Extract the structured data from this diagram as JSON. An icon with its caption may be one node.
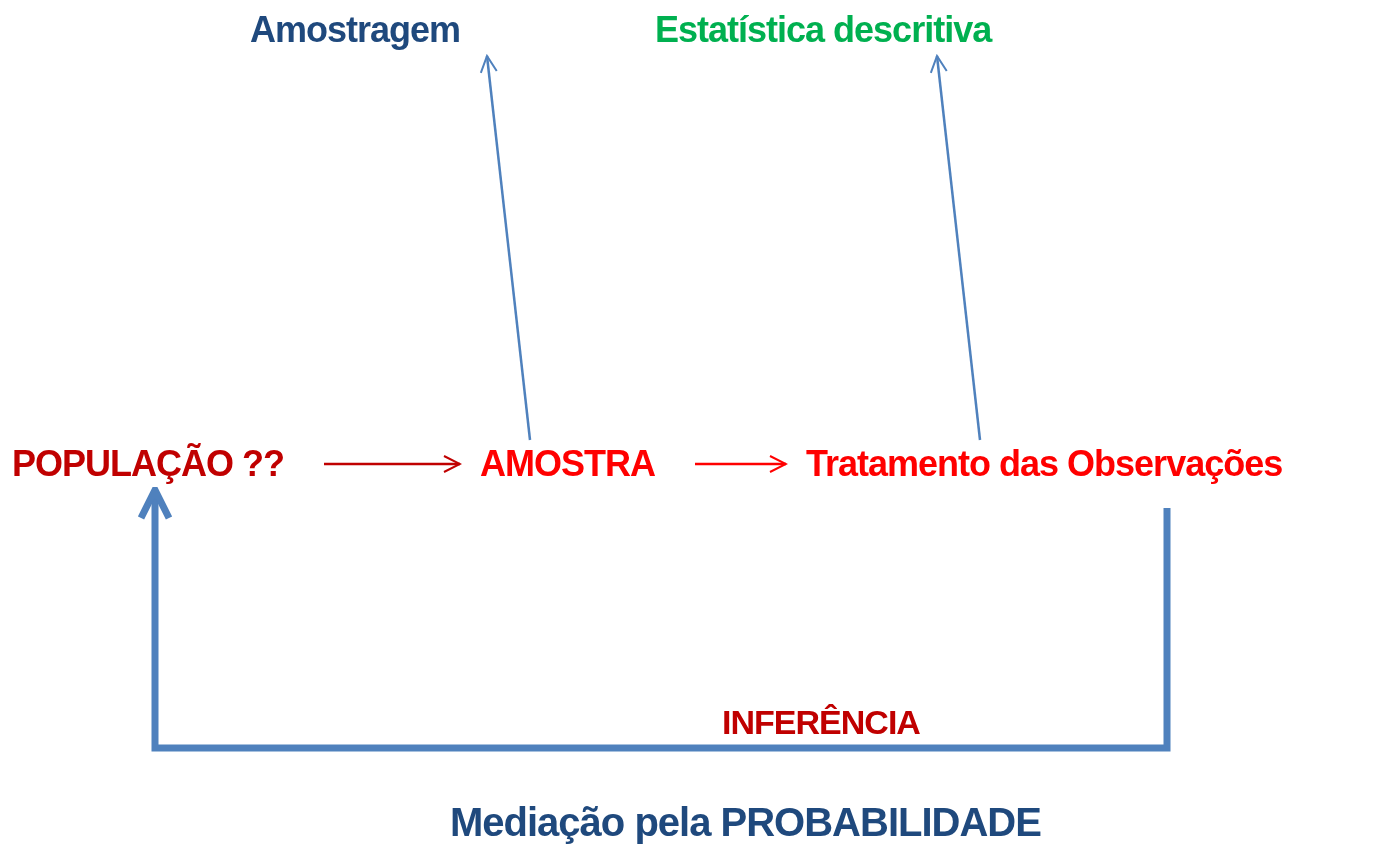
{
  "diagram": {
    "nodes": [
      {
        "text": [
          "Amostragem"
        ]
      },
      {
        "text": [
          "Estatística descritiva"
        ]
      },
      {
        "text": [
          "POPULAÇÃO ??"
        ]
      },
      {
        "text": [
          "AMOSTRA"
        ]
      },
      {
        "text": [
          "Tratamento das Observações"
        ]
      }
    ],
    "edges": [
      {
        "from": 2,
        "to": 3,
        "arrow": "to",
        "color": "#c00000"
      },
      {
        "from": 3,
        "to": 4,
        "arrow": "to",
        "color": "#ff0000"
      },
      {
        "from": 3,
        "to": 0,
        "arrow": "to",
        "color": "#4f81bd"
      },
      {
        "from": 4,
        "to": 1,
        "arrow": "to",
        "color": "#4f81bd"
      },
      {
        "from": 4,
        "to": 2,
        "arrow": "to",
        "style": "thick",
        "color": "#4f81bd",
        "label": "INFERÊNCIA"
      }
    ],
    "labels": [
      "Mediação pela PROBABILIDADE"
    ]
  }
}
